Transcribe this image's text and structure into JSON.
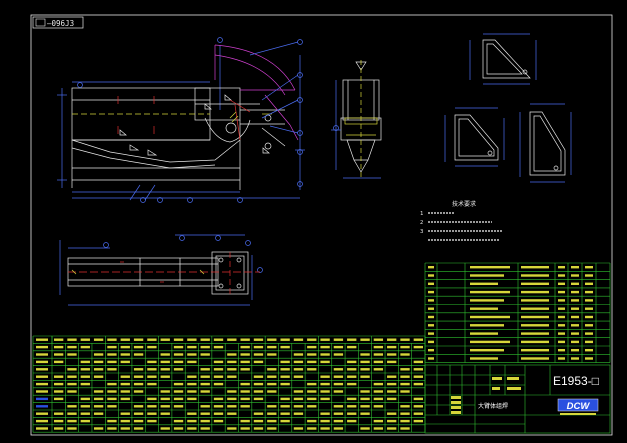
{
  "header": {
    "drawing_code": "—096J3"
  },
  "colors": {
    "background": "#000000",
    "drawing_line": "#e8e8e8",
    "dimension_blue": "#4a6cf0",
    "table_green": "#2fbf2f",
    "hatch_yellow": "#d6d63a",
    "accent_red": "#e03030",
    "magenta": "#d040d0",
    "logo_blue": "#2a50e0"
  },
  "notes": {
    "heading": "技术要求",
    "items": [
      "1",
      "2",
      "3"
    ]
  },
  "title_block": {
    "drawing_number": "E1953-□",
    "part_name": "大臂体组焊",
    "logo_text": "DCW"
  },
  "views": {
    "front_view": "front-view",
    "side_view": "side-view",
    "plan_view": "plan-view",
    "detail_views": [
      "detail-1",
      "detail-2",
      "detail-3"
    ]
  }
}
